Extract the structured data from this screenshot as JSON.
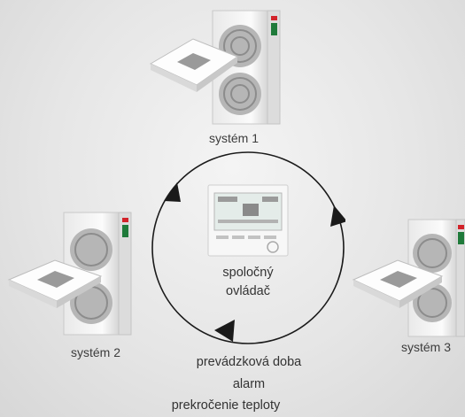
{
  "systems": [
    {
      "label": "systém 1"
    },
    {
      "label": "systém 2"
    },
    {
      "label": "systém 3"
    }
  ],
  "center": {
    "line1": "spoločný",
    "line2": "ovládač"
  },
  "captions": {
    "operating_time": "prevádzková doba",
    "alarm": "alarm",
    "temperature": "prekročenie teploty"
  },
  "colors": {
    "cycle_line": "#1a1a1a",
    "unit_body": "#fafafa",
    "unit_shadow": "#bdbdbd",
    "grille": "#8a8a8a",
    "brand_red": "#d2232a",
    "brand_green": "#1f7a3a"
  }
}
